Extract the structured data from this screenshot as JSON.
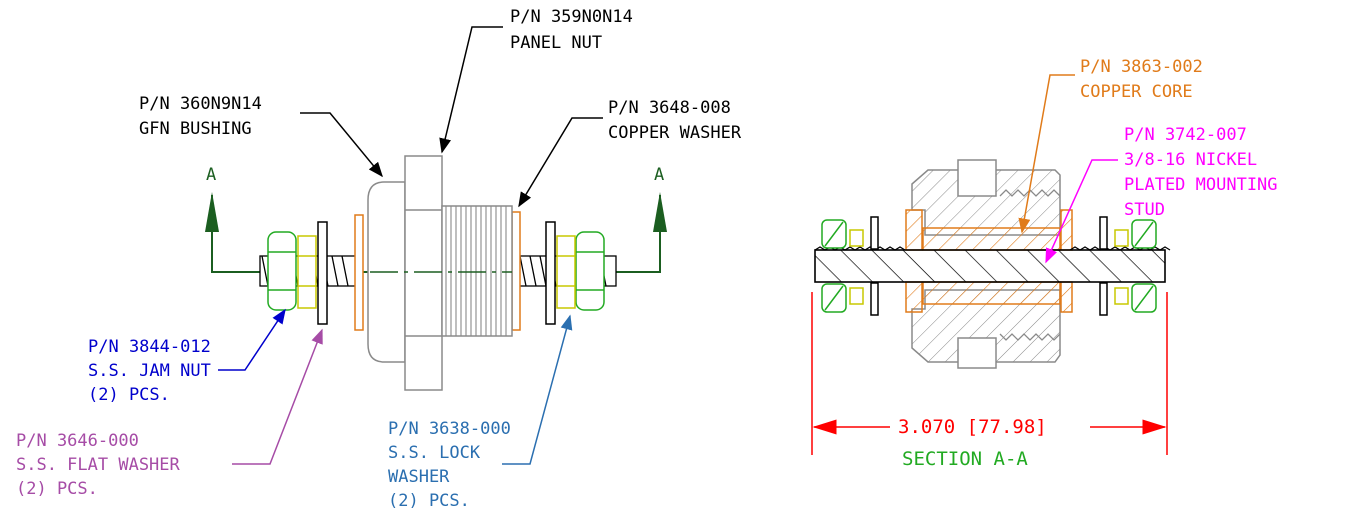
{
  "colors": {
    "black": "#000000",
    "green": "#1b5e20",
    "blue": "#0000cc",
    "purple": "#a64ca6",
    "steel_blue": "#2b6fb0",
    "orange": "#e07b1a",
    "magenta": "#ff00ff",
    "red": "#ff0000",
    "gray": "#8a8a8a",
    "lime": "#22aa22",
    "yellow": "#c8c800"
  },
  "section_markers": {
    "left": "A",
    "right": "A"
  },
  "labels": {
    "panel_nut": {
      "pn": "P/N 359N0N14",
      "desc": "PANEL NUT"
    },
    "bushing": {
      "pn": "P/N 360N9N14",
      "desc": "GFN BUSHING"
    },
    "copper_washer": {
      "pn": "P/N 3648-008",
      "desc": "COPPER WASHER"
    },
    "jam_nut": {
      "pn": "P/N 3844-012",
      "desc": "S.S. JAM NUT",
      "qty": "(2) PCS."
    },
    "flat_washer": {
      "pn": "P/N 3646-000",
      "desc": "S.S. FLAT WASHER",
      "qty": "(2) PCS."
    },
    "lock_washer": {
      "pn": "P/N 3638-000",
      "desc1": "S.S. LOCK",
      "desc2": "WASHER",
      "qty": "(2) PCS."
    },
    "copper_core": {
      "pn": "P/N 3863-002",
      "desc": "COPPER CORE"
    },
    "stud": {
      "pn": "P/N 3742-007",
      "line1": "3/8-16 NICKEL",
      "line2": "PLATED MOUNTING",
      "line3": "STUD"
    }
  },
  "dimension": {
    "text": "3.070 [77.98]"
  },
  "section_title": "SECTION A-A"
}
